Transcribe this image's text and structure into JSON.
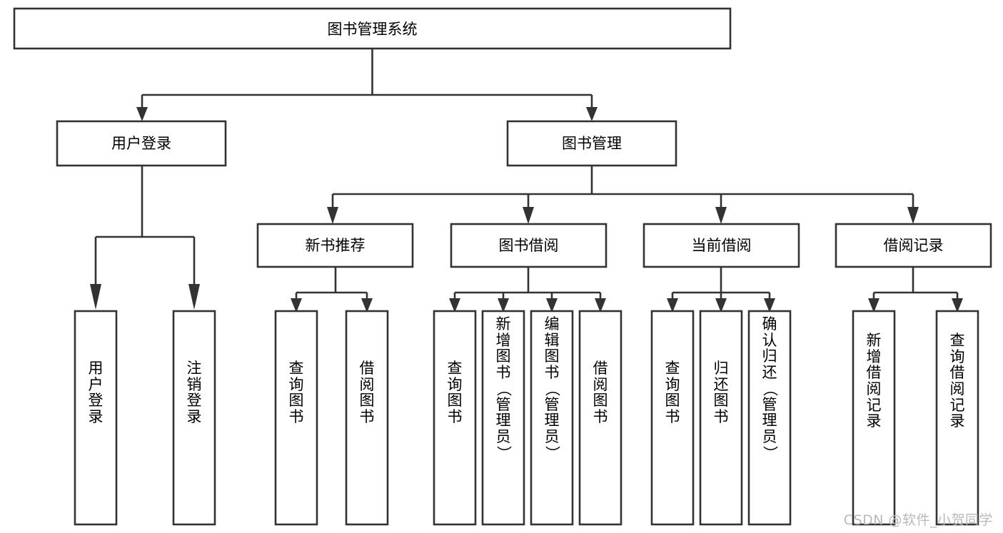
{
  "diagram": {
    "type": "tree",
    "title": "图书管理系统",
    "orientation": "top-down",
    "box_fill": "#ffffff",
    "box_stroke": "#333333",
    "text_color": "#000000",
    "background": "#ffffff",
    "levels": 4
  },
  "root": {
    "label": "图书管理系统"
  },
  "level2": [
    {
      "label": "用户登录"
    },
    {
      "label": "图书管理"
    }
  ],
  "level3": [
    {
      "label": "新书推荐"
    },
    {
      "label": "图书借阅"
    },
    {
      "label": "当前借阅"
    },
    {
      "label": "借阅记录"
    }
  ],
  "leaves": {
    "user_login": [
      {
        "label": "用户登录"
      },
      {
        "label": "注销登录"
      }
    ],
    "new_book_recommend": [
      {
        "label": "查询图书"
      },
      {
        "label": "借阅图书"
      }
    ],
    "book_borrow": [
      {
        "label": "查询图书"
      },
      {
        "label": "新增图书（管理员）"
      },
      {
        "label": "编辑图书（管理员）"
      },
      {
        "label": "借阅图书"
      }
    ],
    "current_borrow": [
      {
        "label": "查询图书"
      },
      {
        "label": "归还图书"
      },
      {
        "label": "确认归还（管理员）"
      }
    ],
    "borrow_record": [
      {
        "label": "新增借阅记录"
      },
      {
        "label": "查询借阅记录"
      }
    ]
  },
  "watermark": {
    "text": "CSDN @软件_小贺同学",
    "color": "#b9b9b9"
  }
}
